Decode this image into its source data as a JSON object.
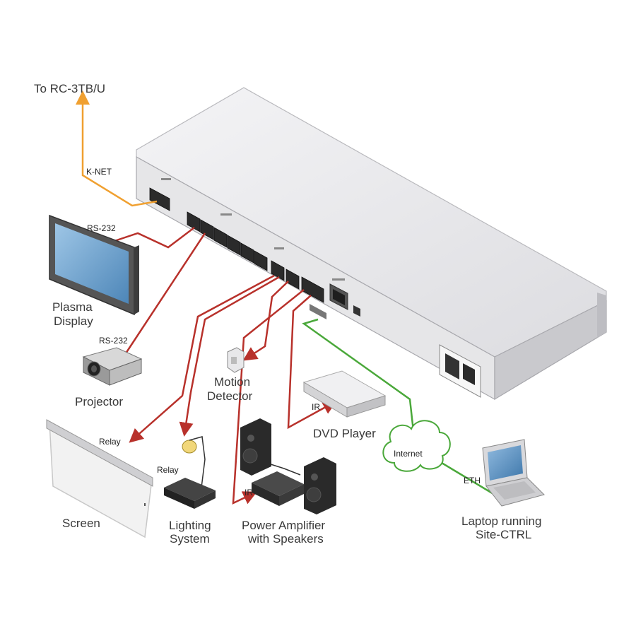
{
  "colors": {
    "knet_cable": "#f0a030",
    "rs232_cable": "#b8312b",
    "ethernet_cable": "#4aa83a",
    "device_body": "#e8e8ea",
    "device_edge": "#b9b9bd",
    "label_text": "#3a3a3a"
  },
  "labels": {
    "to_rc3tbu": "To RC-3TB/U",
    "knet": "K-NET",
    "rs232_display": "RS-232",
    "plasma_display": [
      "Plasma",
      "Display"
    ],
    "rs232_projector": "RS-232",
    "projector": "Projector",
    "motion_detector": [
      "Motion",
      "Detector"
    ],
    "ir_dvd": "IR",
    "dvd_player": "DVD Player",
    "internet": "Internet",
    "relay_screen": "Relay",
    "screen": "Screen",
    "relay_lighting": "Relay",
    "lighting_system": [
      "Lighting",
      "System"
    ],
    "ir_amplifier": "IR",
    "power_amplifier": [
      "Power Amplifier",
      "with Speakers"
    ],
    "eth": "ETH",
    "laptop": [
      "Laptop running",
      "Site-CTRL"
    ]
  },
  "icons": [
    "plasma-display-icon",
    "projector-icon",
    "screen-icon",
    "lighting-system-icon",
    "motion-detector-icon",
    "dvd-player-icon",
    "amplifier-icon",
    "speaker-icon",
    "laptop-icon",
    "internet-cloud-icon",
    "controller-device-icon"
  ]
}
